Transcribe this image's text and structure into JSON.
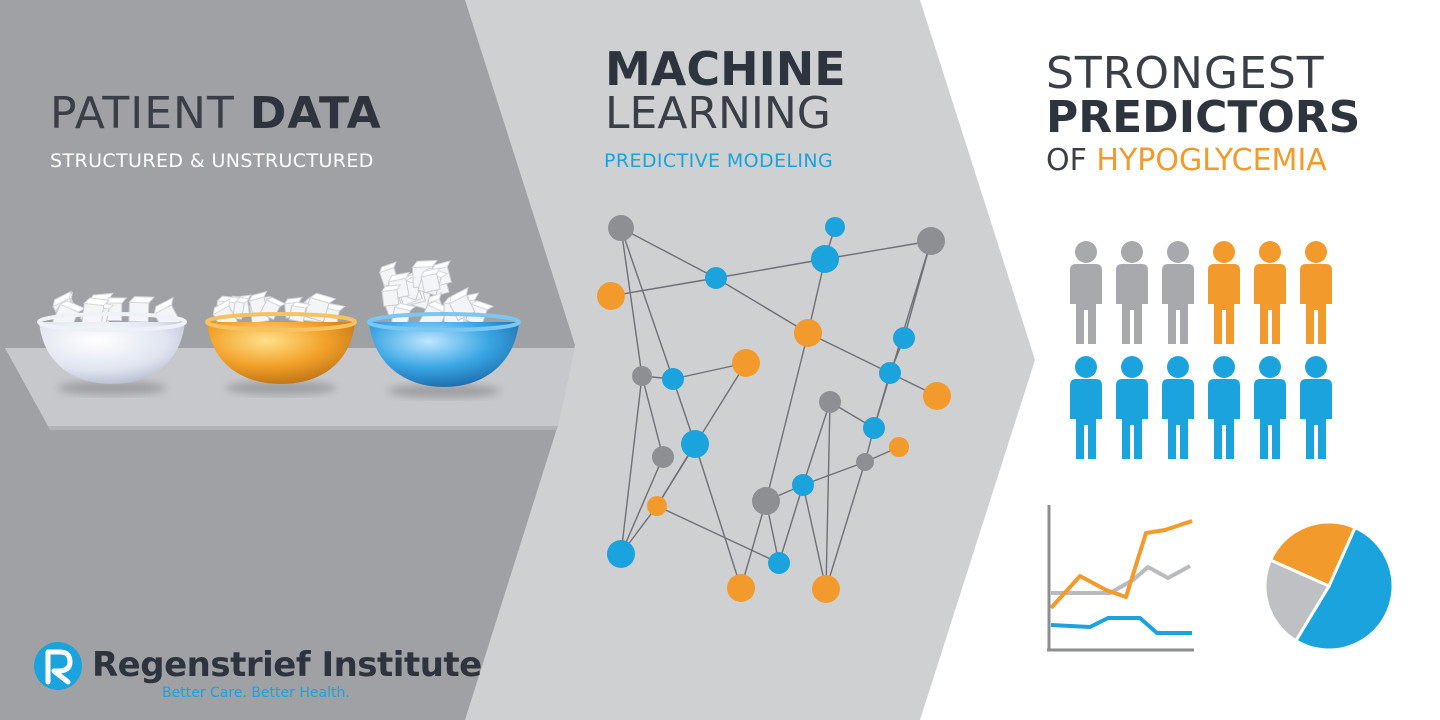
{
  "panel_patient": {
    "title_light": "PATIENT ",
    "title_bold": "DATA",
    "subtitle": "STRUCTURED & UNSTRUCTURED",
    "bowls": [
      {
        "name": "white-bowl",
        "color": "#d8dfec"
      },
      {
        "name": "orange-bowl",
        "color": "#f0a12a"
      },
      {
        "name": "blue-bowl",
        "color": "#3aa6e4"
      }
    ]
  },
  "panel_ml": {
    "title_line1": "MACHINE",
    "title_line2": "LEARNING",
    "subtitle": "PREDICTIVE MODELING"
  },
  "panel_predictors": {
    "title_line1": "STRONGEST",
    "title_line2": "PREDICTORS",
    "title_of": "OF ",
    "title_hypo": "HYPOGLYCEMIA",
    "person_rows": [
      [
        "grey",
        "grey",
        "grey",
        "orange",
        "orange",
        "orange"
      ],
      [
        "blue",
        "blue",
        "blue",
        "blue",
        "blue",
        "blue"
      ]
    ],
    "pie_slices": [
      {
        "color": "blue",
        "fraction": 0.52
      },
      {
        "color": "grey",
        "fraction": 0.23
      },
      {
        "color": "orange",
        "fraction": 0.25
      }
    ]
  },
  "logo": {
    "name": "Regenstrief Institute",
    "tagline": "Better Care. Better Health."
  },
  "colors": {
    "blue": "#1aa3dd",
    "orange": "#f39a2c",
    "grey": "#9a9b9f",
    "light_grey": "#c5c6c9",
    "dark_text": "#2e343d"
  }
}
